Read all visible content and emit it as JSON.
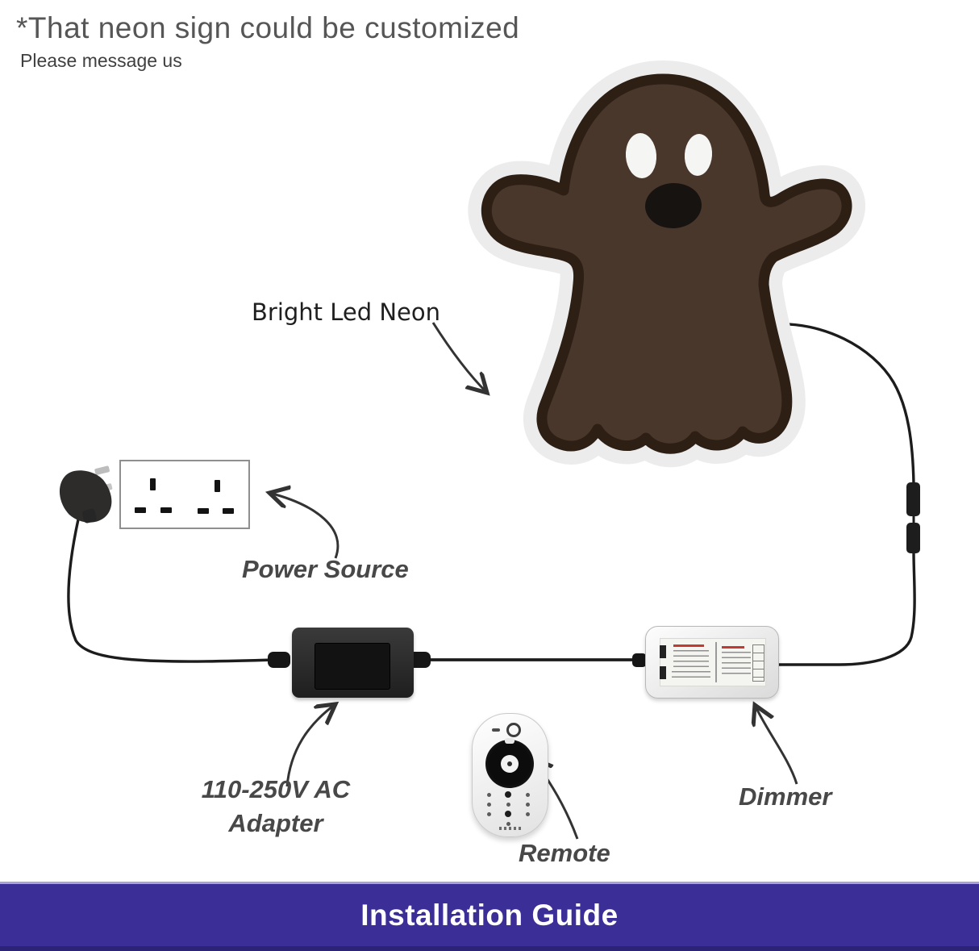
{
  "header": {
    "title": "*That neon sign could be customized",
    "subtitle": "Please message us"
  },
  "diagram": {
    "neon_label": "Bright Led Neon",
    "power_source_label": "Power Source",
    "adapter_label_line1": "110-250V AC",
    "adapter_label_line2": "Adapter",
    "remote_label": "Remote",
    "dimmer_label": "Dimmer"
  },
  "banner": {
    "text": "Installation Guide",
    "background": "#3b2e97",
    "text_color": "#ffffff"
  },
  "colors": {
    "ghost_body": "#4a372c",
    "ghost_outline": "#2d1f14",
    "sticker_halo": "#ececec",
    "wire": "#1c1c1c",
    "label_text": "#484848"
  }
}
